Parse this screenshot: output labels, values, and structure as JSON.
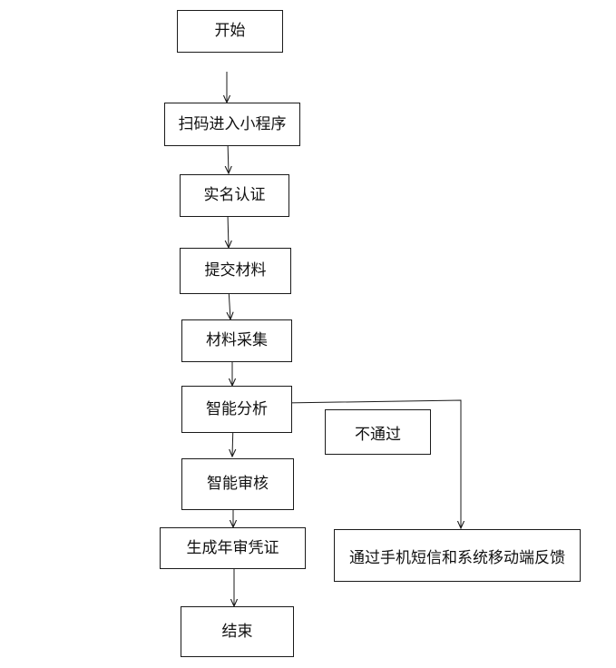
{
  "flowchart": {
    "steps": [
      {
        "id": "start",
        "label": "开始"
      },
      {
        "id": "scan",
        "label": "扫码进入小程序"
      },
      {
        "id": "auth",
        "label": "实名认证"
      },
      {
        "id": "submit",
        "label": "提交材料"
      },
      {
        "id": "collect",
        "label": "材料采集"
      },
      {
        "id": "analyze",
        "label": "智能分析"
      },
      {
        "id": "review",
        "label": "智能审核"
      },
      {
        "id": "generate",
        "label": "生成年审凭证"
      },
      {
        "id": "end",
        "label": "结束"
      }
    ],
    "reject_label": "不通过",
    "feedback_label": "通过手机短信和系统移动端反馈"
  },
  "colors": {
    "stroke": "#1a1a1a",
    "text": "#111111",
    "background": "#ffffff"
  }
}
